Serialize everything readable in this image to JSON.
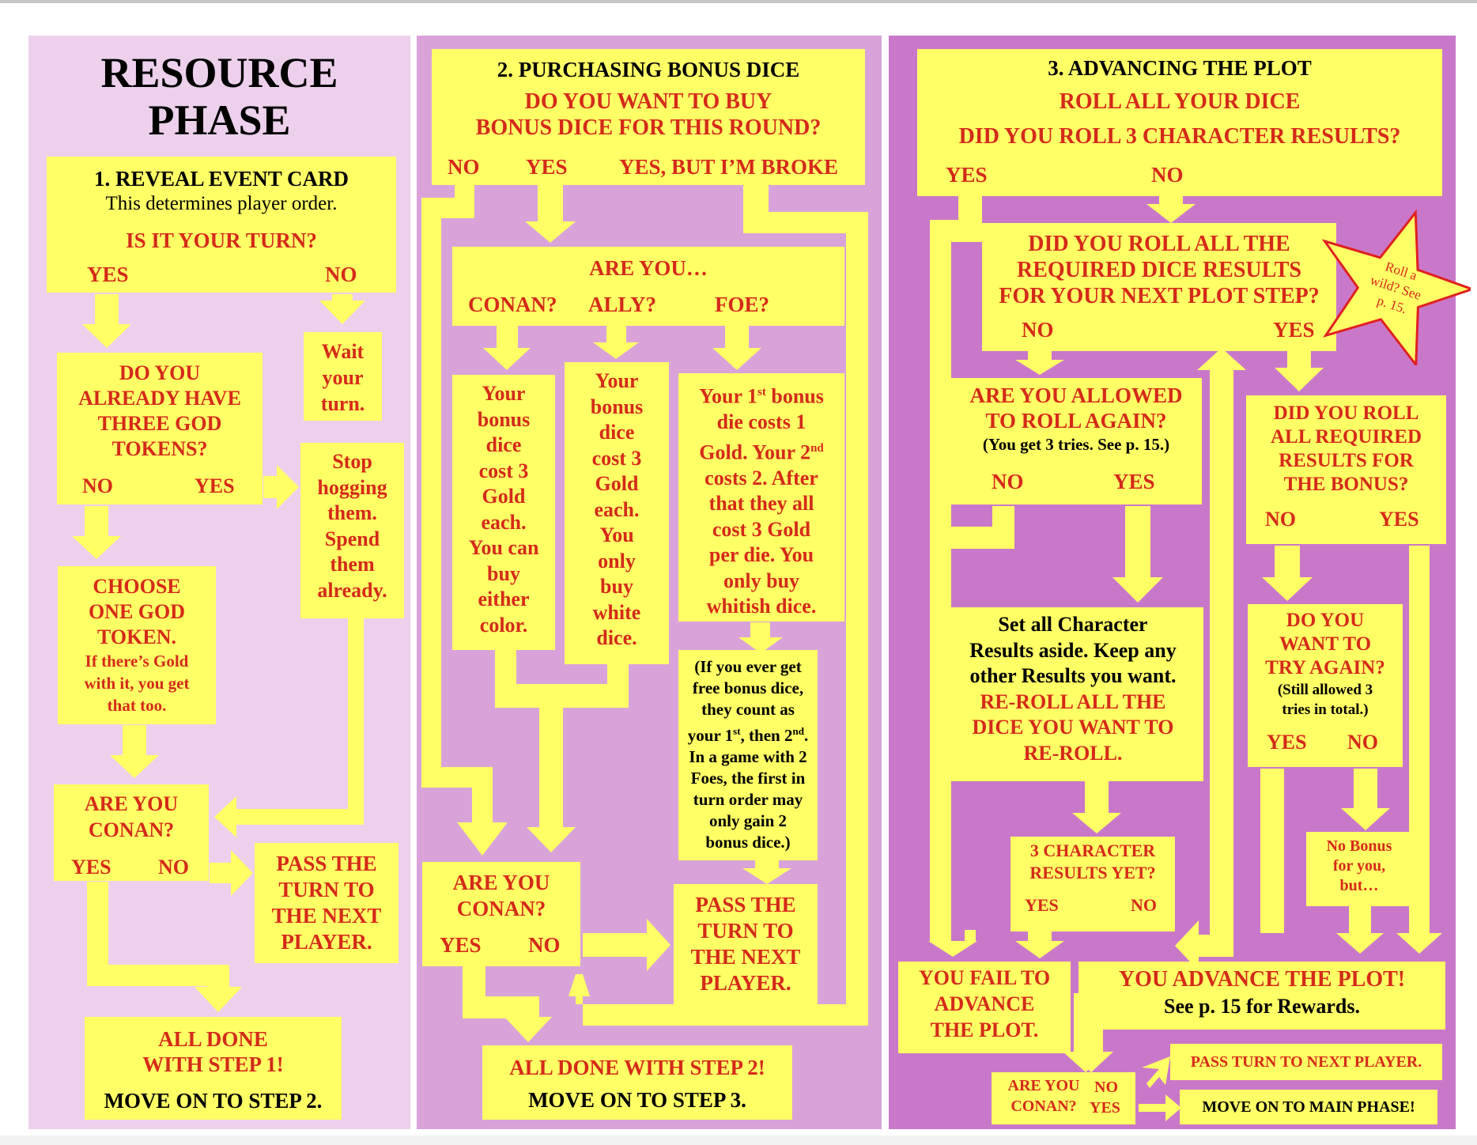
{
  "colors": {
    "box": "#ffff66",
    "red_text": "#d42a1a",
    "panel1": "#ecd0ec",
    "panel2": "#d9a3d9",
    "panel3": "#c978c9",
    "star_border": "#e02020"
  },
  "phase_title": [
    "RESOURCE",
    "PHASE"
  ],
  "step1": {
    "reveal": {
      "title": "1. REVEAL EVENT CARD",
      "subtitle": "This determines player order.",
      "question": "IS IT YOUR TURN?",
      "yes": "YES",
      "no": "NO"
    },
    "wait": [
      "Wait",
      "your",
      "turn."
    ],
    "god_tokens": {
      "lines": [
        "DO YOU",
        "ALREADY HAVE",
        "THREE GOD",
        "TOKENS?"
      ],
      "no": "NO",
      "yes": "YES"
    },
    "stop": [
      "Stop",
      "hogging",
      "them.",
      "Spend",
      "them",
      "already."
    ],
    "choose": {
      "lines": [
        "CHOOSE",
        "ONE GOD",
        "TOKEN."
      ],
      "note": [
        "If there’s Gold",
        "with it, you get",
        "that too."
      ]
    },
    "conan": {
      "lines": [
        "ARE YOU",
        "CONAN?"
      ],
      "yes": "YES",
      "no": "NO"
    },
    "pass": [
      "PASS THE",
      "TURN TO",
      "THE NEXT",
      "PLAYER."
    ],
    "done": {
      "lines": [
        "ALL DONE",
        "WITH STEP 1!"
      ],
      "next": "MOVE ON TO STEP 2."
    }
  },
  "step2": {
    "header": {
      "title": "2. PURCHASING BONUS DICE",
      "question": [
        "DO YOU WANT TO BUY",
        "BONUS DICE FOR THIS ROUND?"
      ],
      "no": "NO",
      "yes": "YES",
      "broke": "YES, BUT I’M BROKE"
    },
    "are_you": {
      "title": "ARE YOU…",
      "conan": "CONAN?",
      "ally": "ALLY?",
      "foe": "FOE?"
    },
    "conan_cost": [
      "Your",
      "bonus",
      "dice",
      "cost 3",
      "Gold",
      "each.",
      "You can",
      "buy",
      "either",
      "color."
    ],
    "ally_cost": [
      "Your",
      "bonus",
      "dice",
      "cost 3",
      "Gold",
      "each.",
      "You",
      "only",
      "buy",
      "white",
      "dice."
    ],
    "foe_cost": {
      "line1_pre": "Your 1",
      "line1_sup": "st",
      "line1_post": " bonus",
      "line2": "die costs 1",
      "line3_pre": "Gold. Your 2",
      "line3_sup": "nd",
      "rest": [
        "costs 2. After",
        "that they all",
        "cost 3 Gold",
        "per die. You",
        "only buy",
        "whitish dice."
      ]
    },
    "free_note": {
      "l1": "(If you ever get",
      "l2": "free bonus dice,",
      "l3": "they count as",
      "l4_a": "your 1",
      "l4_sup1": "st",
      "l4_b": ", then 2",
      "l4_sup2": "nd",
      "l4_c": ".",
      "rest": [
        "In a game with 2",
        "Foes, the first in",
        "turn order may",
        "only gain 2",
        "bonus dice.)"
      ]
    },
    "conan": {
      "lines": [
        "ARE YOU",
        "CONAN?"
      ],
      "yes": "YES",
      "no": "NO"
    },
    "pass": [
      "PASS THE",
      "TURN TO",
      "THE NEXT",
      "PLAYER."
    ],
    "done": {
      "line": "ALL DONE WITH STEP 2!",
      "next": "MOVE ON TO STEP 3."
    }
  },
  "step3": {
    "header": {
      "title": "3. ADVANCING THE PLOT",
      "roll": "ROLL ALL YOUR DICE",
      "question": "DID YOU ROLL 3 CHARACTER RESULTS?",
      "yes": "YES",
      "no": "NO"
    },
    "required": {
      "lines": [
        "DID YOU ROLL ALL THE",
        "REQUIRED DICE RESULTS",
        "FOR YOUR NEXT PLOT STEP?"
      ],
      "no": "NO",
      "yes": "YES"
    },
    "star": [
      "Roll a",
      "wild? See",
      "p. 15."
    ],
    "allowed": {
      "lines": [
        "ARE YOU ALLOWED",
        "TO ROLL AGAIN?"
      ],
      "note": "(You get 3 tries. See p. 15.)",
      "no": "NO",
      "yes": "YES"
    },
    "bonus": {
      "lines": [
        "DID YOU ROLL",
        "ALL REQUIRED",
        "RESULTS FOR",
        "THE BONUS?"
      ],
      "no": "NO",
      "yes": "YES"
    },
    "setaside": {
      "black": [
        "Set all Character",
        "Results aside. Keep any",
        "other Results you want."
      ],
      "red": [
        "RE-ROLL ALL THE",
        "DICE YOU WANT TO",
        "RE-ROLL."
      ]
    },
    "try_again": {
      "lines": [
        "DO YOU",
        "WANT TO",
        "TRY AGAIN?"
      ],
      "note": [
        "(Still allowed 3",
        "tries in total.)"
      ],
      "yes": "YES",
      "no": "NO"
    },
    "char_yet": {
      "lines": [
        "3 CHARACTER",
        "RESULTS YET?"
      ],
      "yes": "YES",
      "no": "NO"
    },
    "no_bonus": [
      "No Bonus",
      "for you,",
      "but…"
    ],
    "fail": [
      "YOU FAIL TO",
      "ADVANCE",
      "THE PLOT."
    ],
    "advance": {
      "title": "YOU ADVANCE THE PLOT!",
      "note": "See p. 15 for Rewards."
    },
    "final_conan": {
      "lines": [
        "ARE YOU",
        "CONAN?"
      ],
      "no": "NO",
      "yes": "YES"
    },
    "pass": "PASS TURN TO NEXT PLAYER.",
    "main": "MOVE ON TO MAIN PHASE!"
  }
}
